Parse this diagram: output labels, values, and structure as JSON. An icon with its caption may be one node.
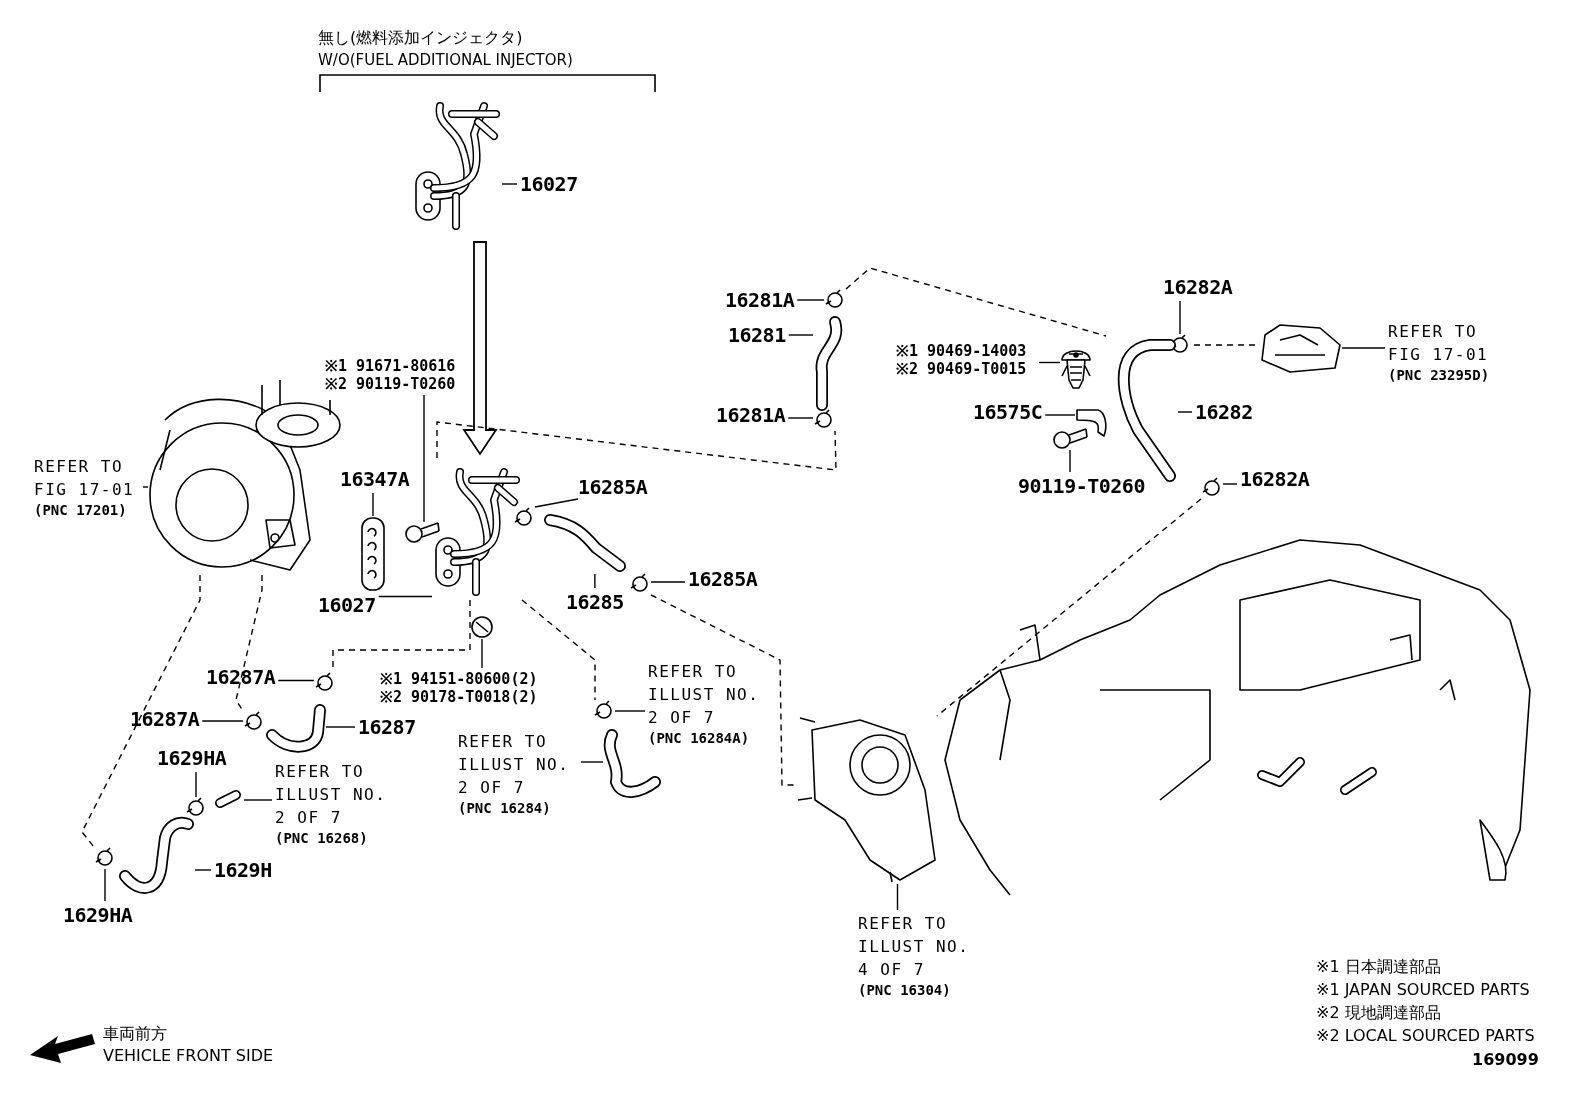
{
  "diagram": {
    "nodes": [
      {
        "text": [
          "16027"
        ]
      },
      {
        "text": [],
        "shape": "picture"
      },
      {
        "text": [],
        "shape": "picture"
      },
      {
        "text": [
          "※1 91671-80616 ※2 90119-T0260"
        ]
      },
      {
        "text": [
          "REFER TO FIG 17-01",
          "(PNC 17201)"
        ]
      },
      {
        "text": [
          "16347A"
        ]
      },
      {
        "text": [
          "16027"
        ]
      },
      {
        "text": [
          "16285A"
        ]
      },
      {
        "text": [
          "16285"
        ]
      },
      {
        "text": [
          "16285A"
        ]
      },
      {
        "text": [
          "※1 94151-80600(2) ※2 90178-T0018(2)"
        ]
      },
      {
        "text": [
          "16287A"
        ]
      },
      {
        "text": [
          "16287A"
        ]
      },
      {
        "text": [
          "16287"
        ]
      },
      {
        "text": [
          "1629HA"
        ]
      },
      {
        "text": [
          "REFER TO ILLUST NO. 2 OF 7",
          "(PNC 16268)"
        ]
      },
      {
        "text": [
          "1629H"
        ]
      },
      {
        "text": [
          "1629HA"
        ]
      },
      {
        "text": [
          "REFER TO ILLUST NO. 2 OF 7",
          "(PNC 16284)"
        ]
      },
      {
        "text": [
          "REFER TO ILLUST NO. 2 OF 7",
          "(PNC 16284A)"
        ]
      },
      {
        "text": [
          "16281A"
        ]
      },
      {
        "text": [
          "16281"
        ]
      },
      {
        "text": [
          "16281A"
        ]
      },
      {
        "text": [
          "※1 90469-14003 ※2 90469-T0015"
        ]
      },
      {
        "text": [
          "16575C"
        ]
      },
      {
        "text": [
          "90119-T0260"
        ]
      },
      {
        "text": [
          "16282A"
        ]
      },
      {
        "text": [
          "16282"
        ]
      },
      {
        "text": [
          "16282A"
        ]
      },
      {
        "text": [
          "REFER TO FIG 17-01",
          "(PNC 23295D)"
        ]
      },
      {
        "text": [
          "REFER TO ILLUST NO. 4 OF 7",
          "(PNC 16304)"
        ]
      },
      {
        "text": [],
        "shape": "picture"
      },
      {
        "text": [],
        "shape": "picture"
      },
      {
        "text": [],
        "shape": "picture"
      },
      {
        "text": [],
        "shape": "circle"
      },
      {
        "text": [],
        "shape": "picture"
      },
      {
        "text": [],
        "shape": "circle"
      },
      {
        "text": [],
        "shape": "circle"
      },
      {
        "text": [],
        "shape": "circle"
      },
      {
        "text": [],
        "shape": "circle"
      },
      {
        "text": [],
        "shape": "picture"
      },
      {
        "text": [],
        "shape": "circle"
      },
      {
        "text": [],
        "shape": "picture"
      },
      {
        "text": [],
        "shape": "picture"
      },
      {
        "text": [],
        "shape": "circle"
      },
      {
        "text": [],
        "shape": "picture"
      },
      {
        "text": [],
        "shape": "circle"
      },
      {
        "text": [],
        "shape": "circle"
      },
      {
        "text": [],
        "shape": "picture"
      },
      {
        "text": [],
        "shape": "circle"
      },
      {
        "text": [],
        "shape": "picture"
      },
      {
        "text": [],
        "shape": "picture"
      },
      {
        "text": [],
        "shape": "picture"
      },
      {
        "text": [],
        "shape": "circle"
      },
      {
        "text": [],
        "shape": "picture"
      },
      {
        "text": [],
        "shape": "circle"
      },
      {
        "text": [],
        "shape": "picture"
      },
      {
        "text": [],
        "shape": "picture"
      }
    ],
    "edges": [
      {
        "from": 0,
        "to": 1,
        "arrow": "none"
      },
      {
        "from": 1,
        "to": 2,
        "arrow": "to"
      },
      {
        "from": 6,
        "to": 2,
        "arrow": "none"
      },
      {
        "from": 3,
        "to": 31,
        "arrow": "none"
      },
      {
        "from": 4,
        "to": 32,
        "arrow": "none"
      },
      {
        "from": 5,
        "to": 33,
        "arrow": "none"
      },
      {
        "from": 7,
        "to": 34,
        "arrow": "none"
      },
      {
        "from": 8,
        "to": 35,
        "arrow": "none"
      },
      {
        "from": 9,
        "to": 36,
        "arrow": "none"
      },
      {
        "from": 10,
        "to": 37,
        "arrow": "none"
      },
      {
        "from": 11,
        "to": 38,
        "arrow": "none"
      },
      {
        "from": 12,
        "to": 39,
        "arrow": "none"
      },
      {
        "from": 13,
        "to": 40,
        "arrow": "none"
      },
      {
        "from": 14,
        "to": 41,
        "arrow": "none"
      },
      {
        "from": 15,
        "to": 42,
        "arrow": "none"
      },
      {
        "from": 16,
        "to": 43,
        "arrow": "none"
      },
      {
        "from": 17,
        "to": 44,
        "arrow": "none"
      },
      {
        "from": 18,
        "to": 45,
        "arrow": "none"
      },
      {
        "from": 19,
        "to": 46,
        "arrow": "none"
      },
      {
        "from": 20,
        "to": 47,
        "arrow": "none"
      },
      {
        "from": 21,
        "to": 48,
        "arrow": "none"
      },
      {
        "from": 22,
        "to": 49,
        "arrow": "none"
      },
      {
        "from": 23,
        "to": 50,
        "arrow": "none"
      },
      {
        "from": 24,
        "to": 51,
        "arrow": "none"
      },
      {
        "from": 25,
        "to": 52,
        "arrow": "none"
      },
      {
        "from": 26,
        "to": 53,
        "arrow": "none"
      },
      {
        "from": 27,
        "to": 54,
        "arrow": "none"
      },
      {
        "from": 28,
        "to": 55,
        "arrow": "none"
      },
      {
        "from": 29,
        "to": 56,
        "arrow": "none"
      },
      {
        "from": 30,
        "to": 57,
        "arrow": "none"
      },
      {
        "from": 32,
        "to": 39,
        "arrow": "none",
        "style": "dashed"
      },
      {
        "from": 32,
        "to": 44,
        "arrow": "none",
        "style": "dashed"
      },
      {
        "from": 2,
        "to": 38,
        "arrow": "none",
        "style": "dashed"
      },
      {
        "from": 2,
        "to": 49,
        "arrow": "none",
        "style": "dashed"
      },
      {
        "from": 47,
        "to": 54,
        "arrow": "none",
        "style": "dashed"
      },
      {
        "from": 53,
        "to": 56,
        "arrow": "none",
        "style": "dashed"
      },
      {
        "from": 55,
        "to": 57,
        "arrow": "none",
        "style": "dashed"
      },
      {
        "from": 2,
        "to": 46,
        "arrow": "none",
        "style": "dashed"
      },
      {
        "from": 36,
        "to": 57,
        "arrow": "none",
        "style": "dashed"
      }
    ],
    "labels": [
      "無し(燃料添加インジェクタ)",
      "W/O(FUEL ADDITIONAL INJECTOR)",
      "※1 日本調達部品",
      "※1 JAPAN SOURCED PARTS",
      "※2 現地調達部品",
      "※2 LOCAL SOURCED PARTS",
      "車両前方",
      "VEHICLE FRONT SIDE",
      "169099"
    ]
  }
}
